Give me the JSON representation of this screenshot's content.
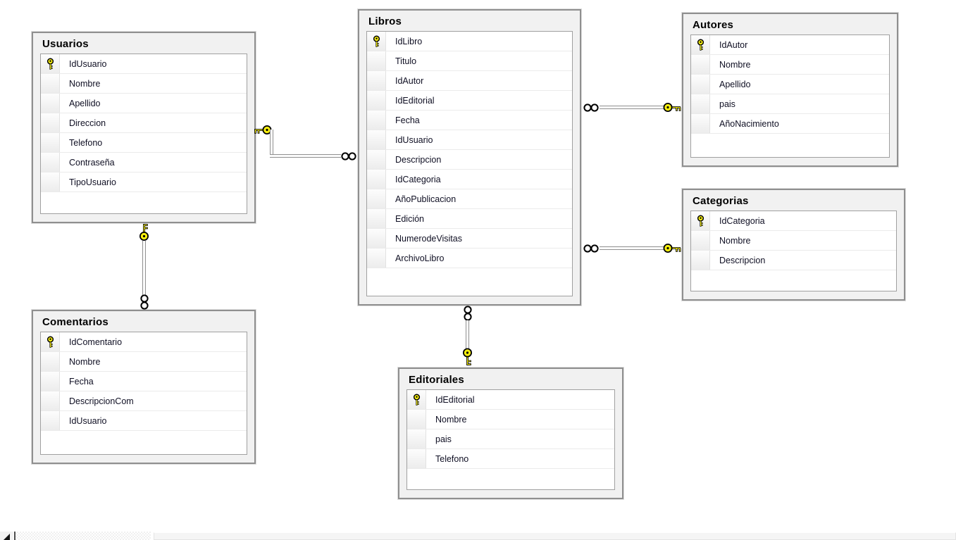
{
  "diagram": {
    "tables": [
      {
        "title": "Usuarios",
        "fields": [
          {
            "name": "IdUsuario",
            "pk": true
          },
          {
            "name": "Nombre",
            "pk": false
          },
          {
            "name": "Apellido",
            "pk": false
          },
          {
            "name": "Direccion",
            "pk": false
          },
          {
            "name": "Telefono",
            "pk": false
          },
          {
            "name": "Contraseña",
            "pk": false
          },
          {
            "name": "TipoUsuario",
            "pk": false
          }
        ]
      },
      {
        "title": "Libros",
        "fields": [
          {
            "name": "IdLibro",
            "pk": true
          },
          {
            "name": "Titulo",
            "pk": false
          },
          {
            "name": "IdAutor",
            "pk": false
          },
          {
            "name": "IdEditorial",
            "pk": false
          },
          {
            "name": "Fecha",
            "pk": false
          },
          {
            "name": "IdUsuario",
            "pk": false
          },
          {
            "name": "Descripcion",
            "pk": false
          },
          {
            "name": "IdCategoria",
            "pk": false
          },
          {
            "name": "AñoPublicacion",
            "pk": false
          },
          {
            "name": "Edición",
            "pk": false
          },
          {
            "name": "NumerodeVisitas",
            "pk": false
          },
          {
            "name": "ArchivoLibro",
            "pk": false
          }
        ]
      },
      {
        "title": "Autores",
        "fields": [
          {
            "name": "IdAutor",
            "pk": true
          },
          {
            "name": "Nombre",
            "pk": false
          },
          {
            "name": "Apellido",
            "pk": false
          },
          {
            "name": "pais",
            "pk": false
          },
          {
            "name": "AñoNacimiento",
            "pk": false
          }
        ]
      },
      {
        "title": "Categorias",
        "fields": [
          {
            "name": "IdCategoria",
            "pk": true
          },
          {
            "name": "Nombre",
            "pk": false
          },
          {
            "name": "Descripcion",
            "pk": false
          }
        ]
      },
      {
        "title": "Comentarios",
        "fields": [
          {
            "name": "IdComentario",
            "pk": true
          },
          {
            "name": "Nombre",
            "pk": false
          },
          {
            "name": "Fecha",
            "pk": false
          },
          {
            "name": "DescripcionCom",
            "pk": false
          },
          {
            "name": "IdUsuario",
            "pk": false
          }
        ]
      },
      {
        "title": "Editoriales",
        "fields": [
          {
            "name": "IdEditorial",
            "pk": true
          },
          {
            "name": "Nombre",
            "pk": false
          },
          {
            "name": "pais",
            "pk": false
          },
          {
            "name": "Telefono",
            "pk": false
          }
        ]
      }
    ],
    "relations": [
      {
        "primary_table": "Usuarios",
        "foreign_table": "Libros",
        "primary_end_icon": "key",
        "foreign_end_icon": "infinity"
      },
      {
        "primary_table": "Usuarios",
        "foreign_table": "Comentarios",
        "primary_end_icon": "key",
        "foreign_end_icon": "infinity"
      },
      {
        "primary_table": "Autores",
        "foreign_table": "Libros",
        "primary_end_icon": "key",
        "foreign_end_icon": "infinity"
      },
      {
        "primary_table": "Categorias",
        "foreign_table": "Libros",
        "primary_end_icon": "key",
        "foreign_end_icon": "infinity"
      },
      {
        "primary_table": "Editoriales",
        "foreign_table": "Libros",
        "primary_end_icon": "key",
        "foreign_end_icon": "infinity"
      }
    ]
  },
  "colors": {
    "canvas": "#ffffff",
    "table_frame": "#f1f1f1",
    "table_border": "#8f8f8f",
    "grid_border": "#a0a0a0",
    "row_divider": "#ebebeb",
    "field_text": "#0f0f23",
    "key_yellow": "#f7ef0e",
    "connector_gray": "#909090"
  }
}
